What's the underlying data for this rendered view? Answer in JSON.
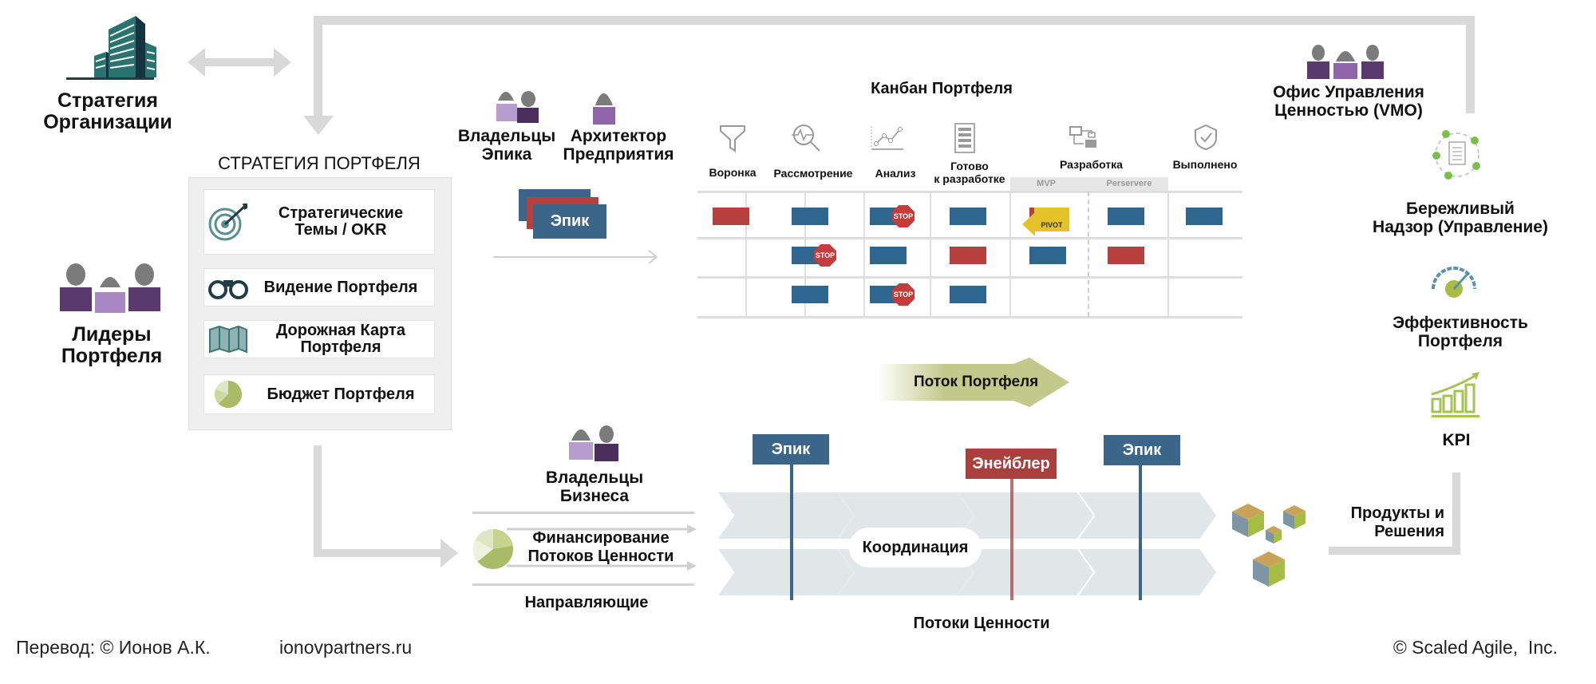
{
  "org_strategy": {
    "label_line1": "Стратегия",
    "label_line2": "Организации",
    "icon": "buildings-icon"
  },
  "portfolio_leaders": {
    "label_line1": "Лидеры",
    "label_line2": "Портфеля",
    "icon": "people-group-icon"
  },
  "portfolio_strategy": {
    "title": "СТРАТЕГИЯ ПОРТФЕЛЯ",
    "items": [
      {
        "label_line1": "Стратегические",
        "label_line2": "Темы / OKR",
        "icon": "target-icon"
      },
      {
        "label_line1": "Видение Портфеля",
        "label_line2": "",
        "icon": "binoculars-icon"
      },
      {
        "label_line1": "Дорожная Карта",
        "label_line2": "Портфеля",
        "icon": "map-icon"
      },
      {
        "label_line1": "Бюджет Портфеля",
        "label_line2": "",
        "icon": "pie-chart-icon"
      }
    ]
  },
  "epic_owners": {
    "label_line1": "Владельцы",
    "label_line2": "Эпика"
  },
  "enterprise_architect": {
    "label_line1": "Архитектор",
    "label_line2": "Предприятия"
  },
  "epic_stack_label": "Эпик",
  "kanban": {
    "title": "Канбан Портфеля",
    "columns": [
      {
        "label": "Воронка",
        "icon": "funnel-icon"
      },
      {
        "label": "Рассмотрение",
        "icon": "magnifier-pulse-icon"
      },
      {
        "label": "Анализ",
        "icon": "line-chart-icon"
      },
      {
        "label": "Готово к разработке",
        "label_line1": "Готово",
        "label_line2": "к разработке",
        "icon": "list-icon"
      },
      {
        "label": "Разработка",
        "icon": "workflow-icon",
        "subcolumns": [
          "MVP",
          "Perservere"
        ]
      },
      {
        "label": "Выполнено",
        "icon": "shield-check-icon"
      }
    ],
    "stop_label": "STOP",
    "pivot_label": "PIVOT",
    "colors": {
      "blue": "#2f6690",
      "red": "#b5413f",
      "stop": "#c43d3b",
      "pivot": "#e4c32a"
    }
  },
  "portfolio_flow": {
    "label": "Поток Портфеля",
    "color": "#c2c98a"
  },
  "vmo": {
    "label_line1": "Офис Управления",
    "label_line2": "Ценностью (VMO)"
  },
  "lean_governance": {
    "label_line1": "Бережливый",
    "label_line2": "Надзор (Управление)",
    "icon": "clipboard-cycle-icon"
  },
  "portfolio_performance": {
    "label_line1": "Эффективность",
    "label_line2": "Портфеля",
    "icon": "speedometer-icon"
  },
  "kpi": {
    "label": "KPI",
    "icon": "growth-bars-icon"
  },
  "business_owners": {
    "label_line1": "Владельцы",
    "label_line2": "Бизнеса"
  },
  "vs_funding": {
    "label_line1": "Финансирование",
    "label_line2": "Потоков Ценности",
    "icon": "pie-chart-icon"
  },
  "guardrails": "Направляющие",
  "value_streams": {
    "label": "Потоки Ценности",
    "coordination": "Координация",
    "tags": [
      {
        "label": "Эпик",
        "color": "#3b6689"
      },
      {
        "label": "Энейблер",
        "color": "#a8403e"
      },
      {
        "label": "Эпик",
        "color": "#3b6689"
      }
    ]
  },
  "products": {
    "label_line1": "Продукты и",
    "label_line2": "Решения",
    "icon": "cubes-icon"
  },
  "footer": {
    "translation": "Перевод: © Ионов А.К.",
    "site": "ionovpartners.ru",
    "copyright": "© Scaled Agile,  Inc."
  }
}
